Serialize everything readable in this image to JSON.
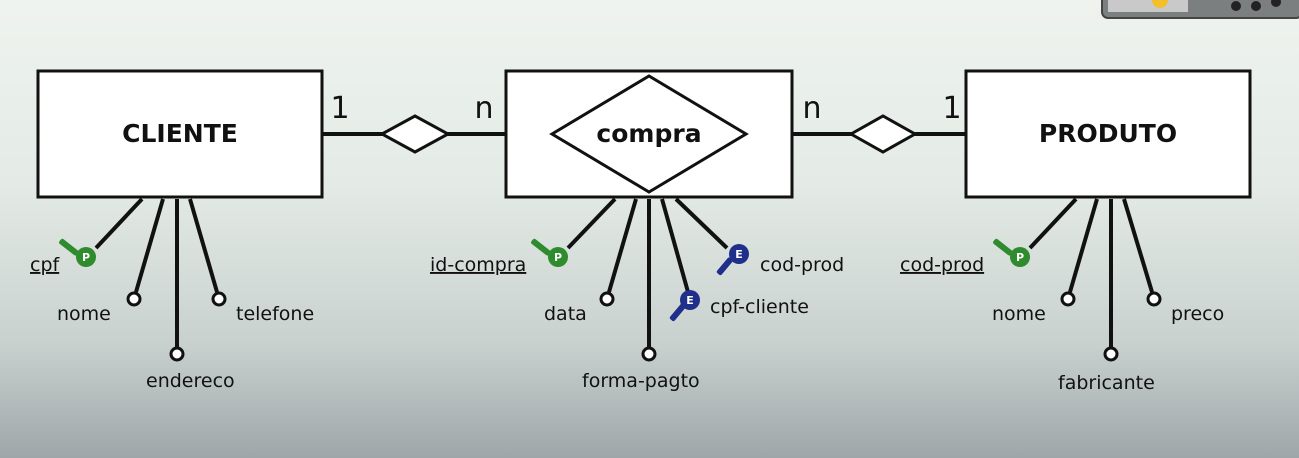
{
  "entities": {
    "cliente": "CLIENTE",
    "compra": "compra",
    "produto": "PRODUTO"
  },
  "cardinalities": {
    "cliente_side": "1",
    "compra_left": "n",
    "compra_right": "n",
    "produto_side": "1"
  },
  "attributes": {
    "cliente": {
      "key": "cpf",
      "a1": "nome",
      "a2": "endereco",
      "a3": "telefone"
    },
    "compra": {
      "key": "id-compra",
      "a1": "data",
      "a2": "forma-pagto",
      "fk1": "cpf-cliente",
      "fk2": "cod-prod"
    },
    "produto": {
      "key": "cod-prod",
      "a1": "nome",
      "a2": "fabricante",
      "a3": "preco"
    }
  },
  "key_badges": {
    "primary": "P",
    "foreign": "E"
  },
  "colors": {
    "primary_key": "#2e8b2e",
    "foreign_key": "#1f2f8a"
  }
}
